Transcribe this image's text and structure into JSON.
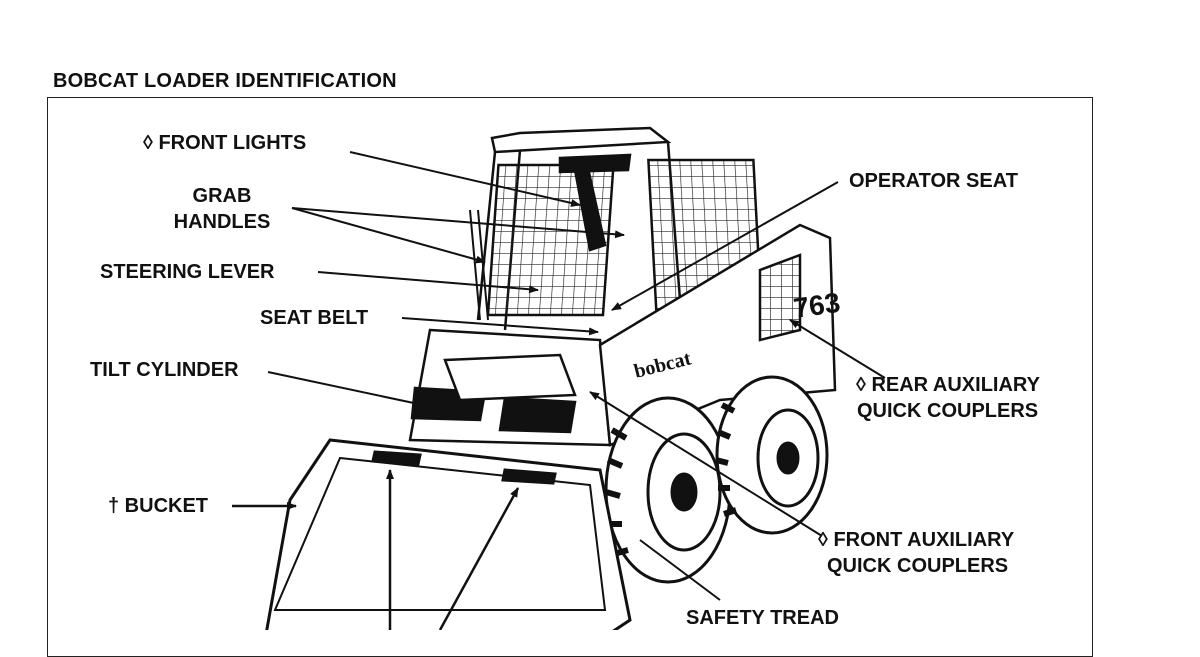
{
  "title": "BOBCAT LOADER IDENTIFICATION",
  "labels": {
    "front_lights": "◊ FRONT LIGHTS",
    "grab_handles_1": "GRAB",
    "grab_handles_2": "HANDLES",
    "steering_lever": "STEERING LEVER",
    "seat_belt": "SEAT BELT",
    "tilt_cylinder": "TILT CYLINDER",
    "bucket": "† BUCKET",
    "operator_seat": "OPERATOR SEAT",
    "rear_aux_1": "◊ REAR AUXILIARY",
    "rear_aux_2": "QUICK COUPLERS",
    "front_aux_1": "◊ FRONT AUXILIARY",
    "front_aux_2": "QUICK COUPLERS",
    "safety_tread": "SAFETY TREAD"
  },
  "machine": {
    "model": "763",
    "brand": "bobcat"
  }
}
